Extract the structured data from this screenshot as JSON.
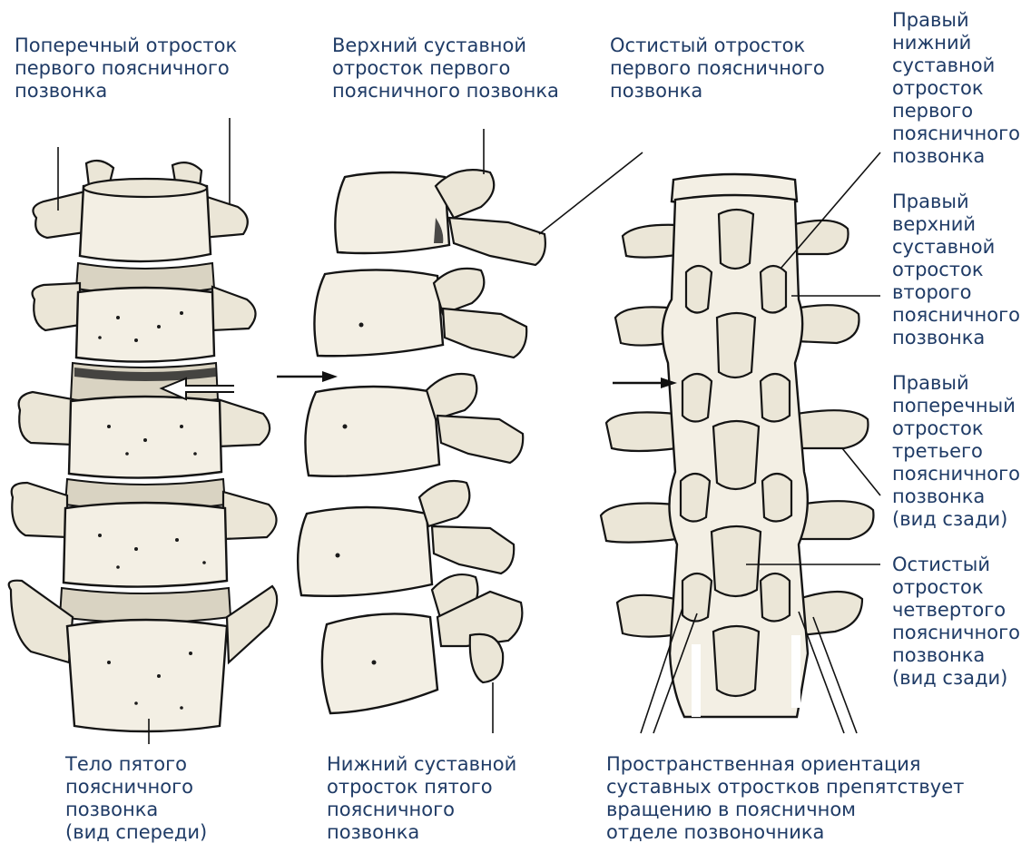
{
  "labels": {
    "transverse_process_l1": [
      "Поперечный отросток",
      "первого поясничного",
      "позвонка"
    ],
    "superior_articular_l1": [
      "Верхний суставной",
      "отросток первого",
      "поясничного позвонка"
    ],
    "spinous_process_l1": [
      "Остистый отросток",
      "первого поясничного",
      "позвонка"
    ],
    "right_inferior_articular_l1": [
      "Правый",
      "нижний",
      "суставной",
      "отросток",
      "первого",
      "поясничного",
      "позвонка"
    ],
    "right_superior_articular_l2": [
      "Правый",
      "верхний",
      "суставной",
      "отросток",
      "второго",
      "поясничного",
      "позвонка"
    ],
    "right_transverse_l3": [
      "Правый",
      "поперечный",
      "отросток",
      "третьего",
      "поясничного",
      "позвонка",
      "(вид сзади)"
    ],
    "spinous_process_l4": [
      "Остистый",
      "отросток",
      "четвертого",
      "поясничного",
      "позвонка",
      "(вид сзади)"
    ],
    "body_l5": [
      "Тело пятого",
      "поясничного",
      "позвонка",
      "(вид спереди)"
    ],
    "inferior_articular_l5": [
      "Нижний суставной",
      "отросток пятого",
      "поясничного",
      "позвонка"
    ],
    "orientation_note": [
      "Пространственная ориентация",
      "суставных отростков препятствует",
      "вращению в поясничном",
      "отделе позвоночника"
    ]
  },
  "colors": {
    "label_text": "#1f3b66",
    "bone_fill": "#f3efe4",
    "outline": "#141414"
  }
}
